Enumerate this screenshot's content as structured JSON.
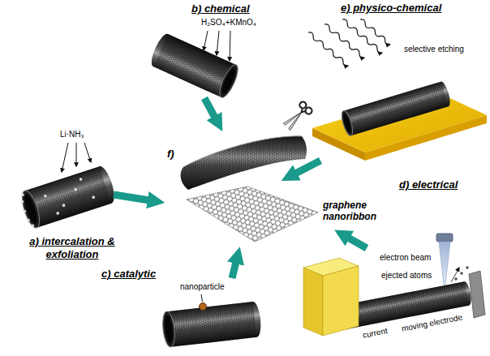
{
  "diagram": {
    "labels": [
      "a) intercalation & exfoliation",
      "Li·NH₃",
      "b) chemical",
      "H₂SO₄+KMnO₄",
      "c) catalytic",
      "nanoparticle",
      "d) electrical",
      "electron beam",
      "ejected atoms",
      "current",
      "moving electrode",
      "e) physico-chemical",
      "selective etching",
      "f)",
      "graphene nanoribbon"
    ]
  }
}
